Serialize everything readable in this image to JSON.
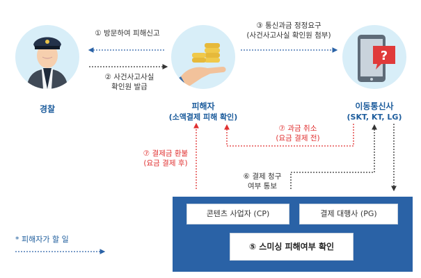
{
  "nodes": {
    "police": {
      "label": "경찰"
    },
    "victim": {
      "label": "피해자",
      "sub": "(소액결제 피해 확인)"
    },
    "carrier": {
      "label": "이동통신사",
      "sub": "(SKT, KT, LG)"
    }
  },
  "steps": {
    "s1": "① 방문하여 피해신고",
    "s2_line1": "② 사건사고사실",
    "s2_line2": "확인원 발급",
    "s3_line1": "③ 통신과금 정정요구",
    "s3_line2": "(사건사고사실 확인원 첨부)",
    "s6_line1": "⑥ 결제 청구",
    "s6_line2": "여부 통보",
    "s7a_line1": "⑦ 결제금 환불",
    "s7a_line2": "(요금 결제 후)",
    "s7b_line1": "⑦ 과금 취소",
    "s7b_line2": "(요금 결제 전)"
  },
  "panel": {
    "cp": "콘텐츠 사업자 (CP)",
    "pg": "결제 대행사 (PG)",
    "check": "⑤ 스미싱 피해여부 확인"
  },
  "legend": {
    "label": "* 피해자가 할 일"
  },
  "colors": {
    "blue": "#2a62a6",
    "red": "#e03030",
    "dark": "#333333",
    "accent": "#1c5c9c"
  }
}
